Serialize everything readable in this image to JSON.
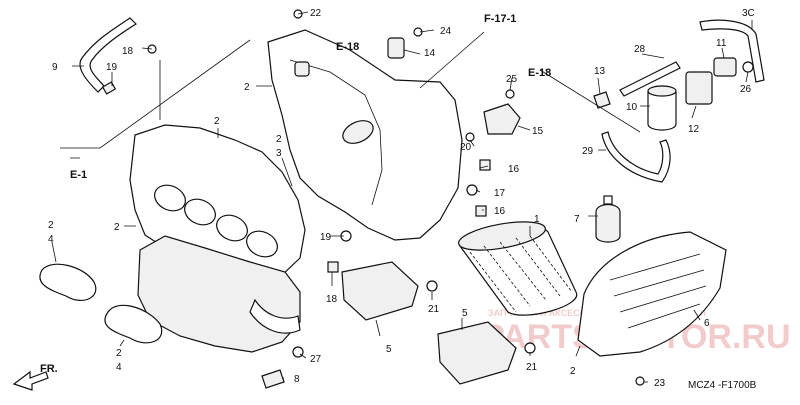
{
  "diagram": {
    "refs": {
      "f171": "F-17-1",
      "e18a": "E-18",
      "e18b": "E-18",
      "e1": "E-1",
      "fr": "FR."
    },
    "part_code": "MCZ4 -F1700B",
    "watermark": {
      "top": "ЗАПЧАСТИ И АКСЕССУАРЫ ДЛЯ МОТОТЕХНИКИ",
      "brand": "PARTS-MOTOR.RU"
    },
    "labels": {
      "l22": "22",
      "l9": "9",
      "l18a": "18",
      "l19a": "19",
      "l24": "24",
      "l14": "14",
      "l2a": "2",
      "l2b": "2",
      "l2c": "2",
      "l3a": "3",
      "l2d": "2",
      "l25": "25",
      "l13": "13",
      "l28": "28",
      "l3c": "3C",
      "l11": "11",
      "l26": "26",
      "l10": "10",
      "l12": "12",
      "l20": "20",
      "l15": "15",
      "l29": "29",
      "l16a": "16",
      "l17": "17",
      "l16b": "16",
      "l1": "1",
      "l7": "7",
      "l2e": "2",
      "l4a": "4",
      "l19b": "19",
      "l18b": "18",
      "l21a": "21",
      "l5a": "5",
      "l5b": "5",
      "l21b": "21",
      "l6": "6",
      "l2f": "2",
      "l4b": "4",
      "l27": "27",
      "l8": "8",
      "l2g": "2",
      "l23": "23"
    }
  }
}
